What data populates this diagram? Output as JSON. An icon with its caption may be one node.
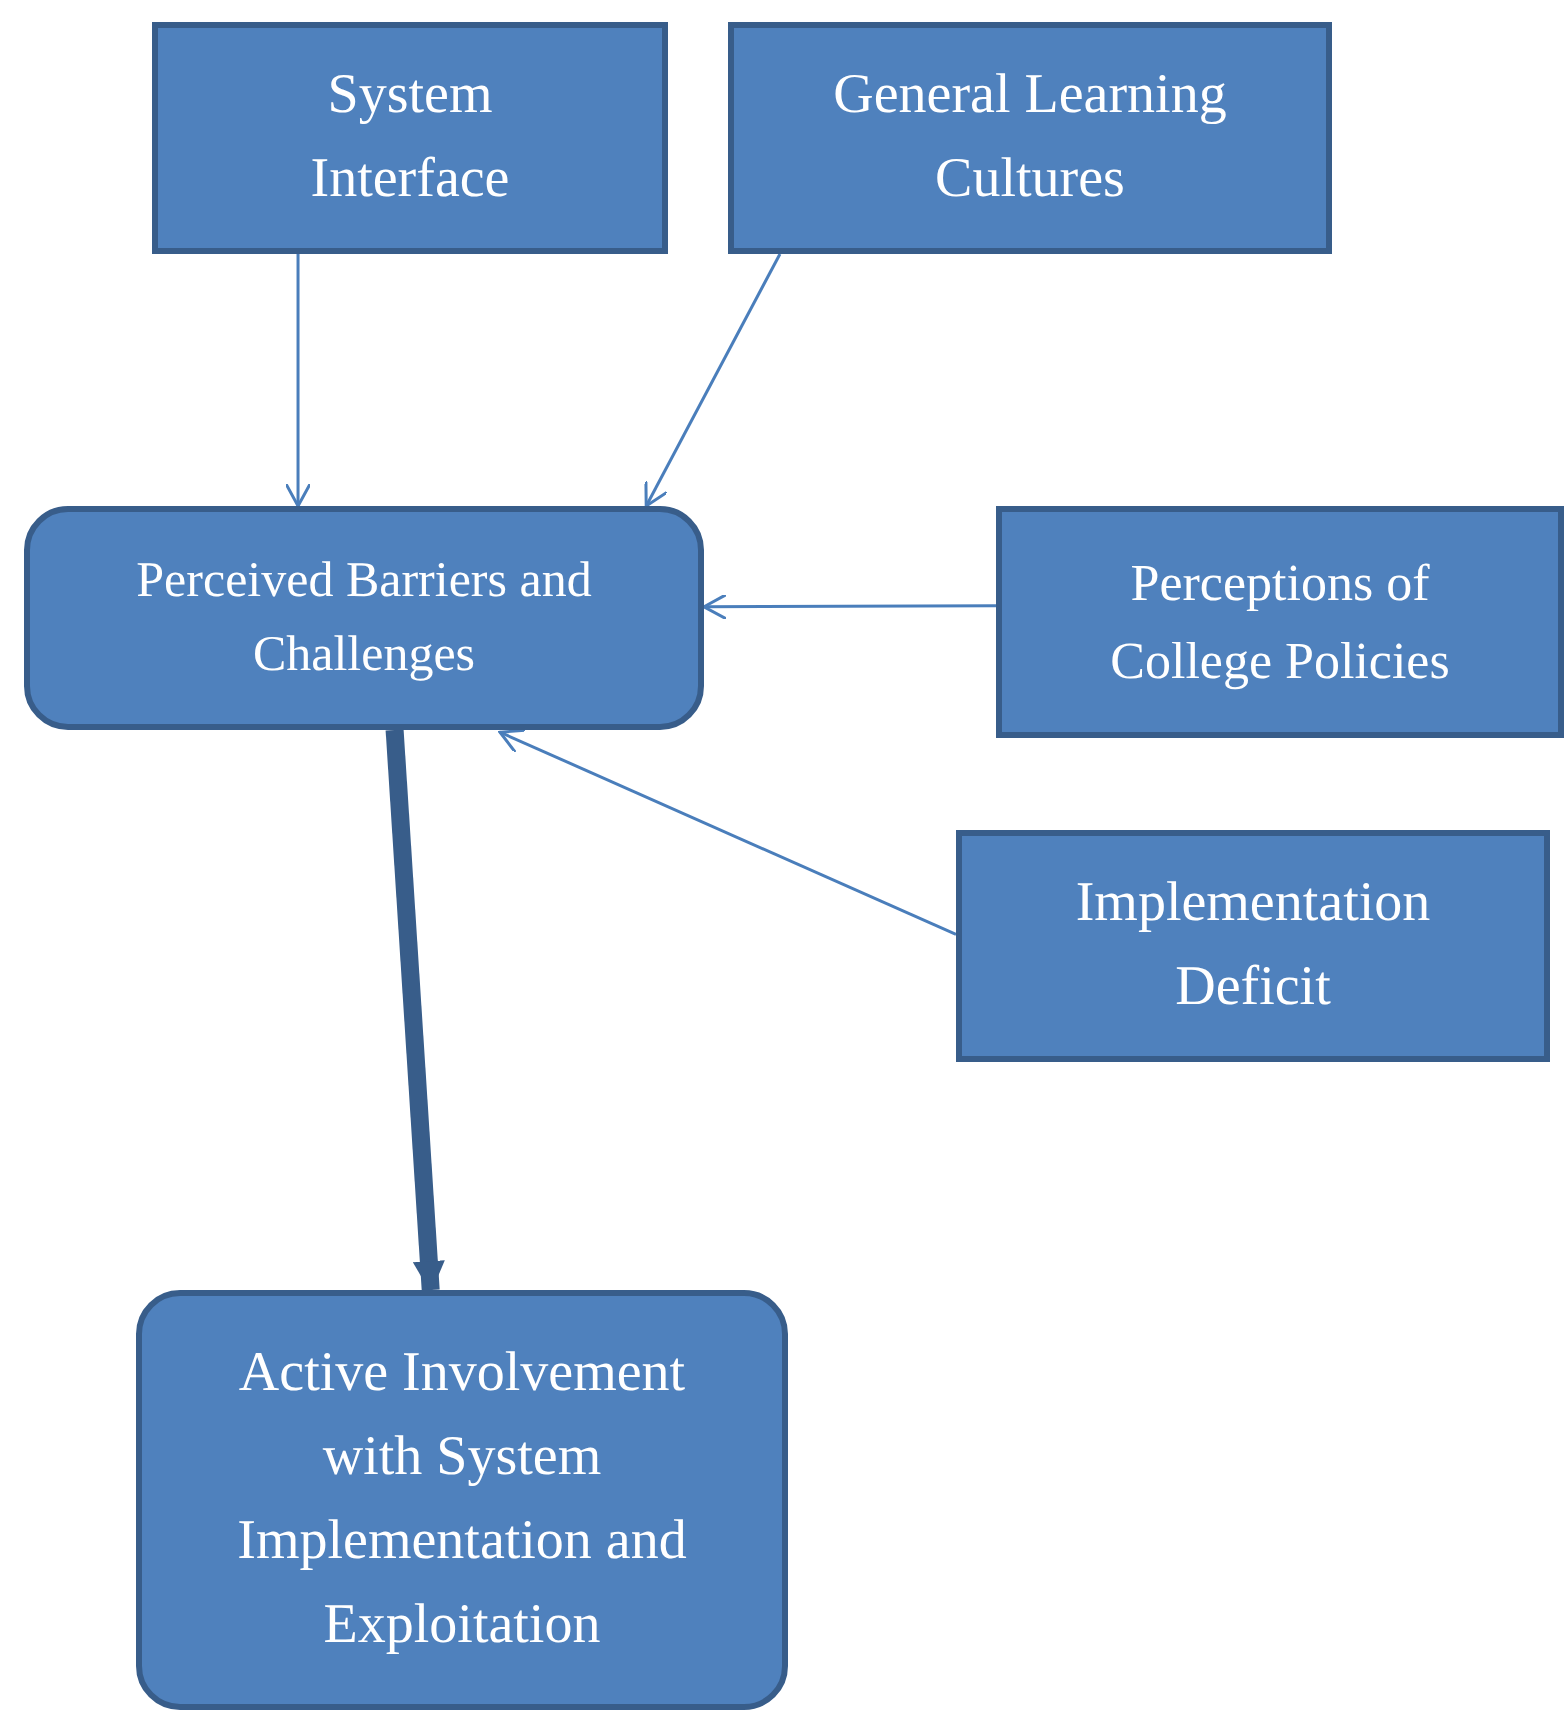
{
  "diagram": {
    "nodes": [
      {
        "text": [
          "System Interface"
        ]
      },
      {
        "text": [
          "General Learning Cultures"
        ]
      },
      {
        "text": [
          "Perceived Barriers and Challenges"
        ]
      },
      {
        "text": [
          "Perceptions of College Policies"
        ]
      },
      {
        "text": [
          "Implementation Deficit"
        ]
      },
      {
        "text": [
          "Active Involvement with System Implementation and Exploitation"
        ]
      }
    ],
    "edges": [
      {
        "from": 0,
        "to": 2,
        "arrow": "to"
      },
      {
        "from": 1,
        "to": 2,
        "arrow": "to"
      },
      {
        "from": 3,
        "to": 2,
        "arrow": "to"
      },
      {
        "from": 4,
        "to": 2,
        "arrow": "to"
      },
      {
        "from": 2,
        "to": 5,
        "arrow": "to",
        "style": "thick",
        "color": "#385d8a"
      }
    ]
  }
}
